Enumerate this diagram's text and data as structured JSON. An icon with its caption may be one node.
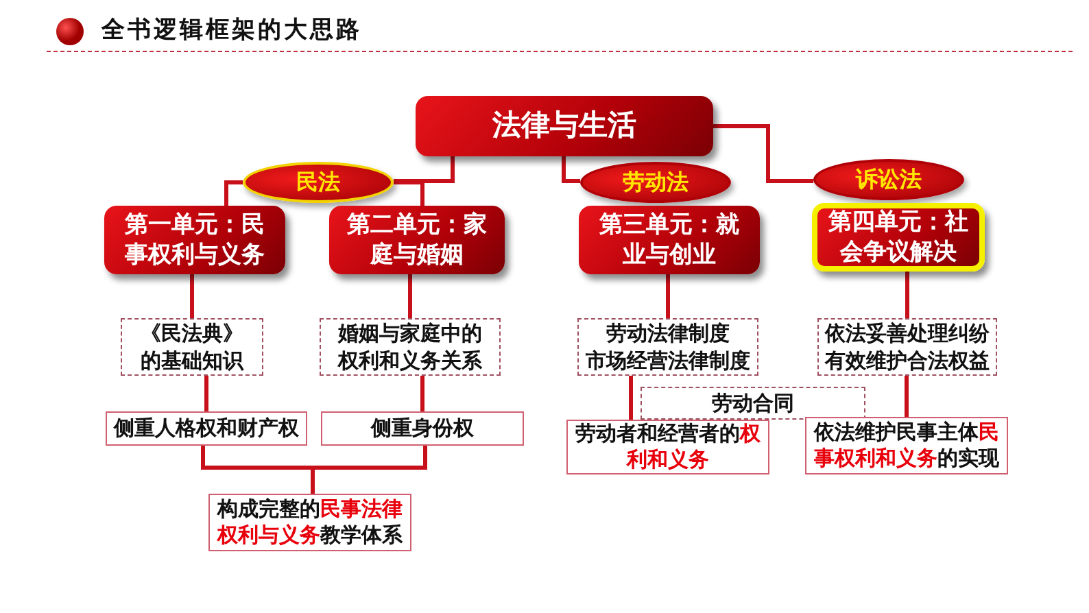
{
  "diagram": {
    "title": "全书逻辑框架的大思路",
    "nodes": [
      {
        "text": [
          "法律与生活"
        ]
      },
      {
        "text": [
          "民法"
        ]
      },
      {
        "text": [
          "劳动法"
        ]
      },
      {
        "text": [
          "诉讼法"
        ]
      },
      {
        "text": [
          "第一单元：民事权利与义务"
        ]
      },
      {
        "text": [
          "第二单元：家庭与婚姻"
        ]
      },
      {
        "text": [
          "第三单元：就业与创业"
        ]
      },
      {
        "text": [
          "第四单元：社会争议解决"
        ]
      },
      {
        "text": [
          "《民法典》的基础知识"
        ]
      },
      {
        "text": [
          "婚姻与家庭中的权利和义务关系"
        ]
      },
      {
        "text": [
          "劳动法律制度",
          "市场经营法律制度"
        ]
      },
      {
        "text": [
          "依法妥善处理纠纷",
          "有效维护合法权益"
        ]
      },
      {
        "text": [
          "侧重人格权和财产权"
        ]
      },
      {
        "text": [
          "侧重身份权"
        ]
      },
      {
        "text": [
          "构成完整的**民事法律权利与义务**教学体系"
        ]
      },
      {
        "text": [
          "劳动合同"
        ]
      },
      {
        "text": [
          "劳动者和经营者的**权利和义务**"
        ]
      },
      {
        "text": [
          "依法维护民事主体**民事权利和义务**的实现"
        ]
      }
    ],
    "edges": [
      {
        "from": 0,
        "to": 1,
        "arrow": "none"
      },
      {
        "from": 0,
        "to": 2,
        "arrow": "none"
      },
      {
        "from": 0,
        "to": 3,
        "arrow": "none"
      },
      {
        "from": 1,
        "to": 4,
        "arrow": "none"
      },
      {
        "from": 1,
        "to": 5,
        "arrow": "none"
      },
      {
        "from": 4,
        "to": 8,
        "arrow": "none"
      },
      {
        "from": 5,
        "to": 9,
        "arrow": "none"
      },
      {
        "from": 6,
        "to": 10,
        "arrow": "none"
      },
      {
        "from": 7,
        "to": 11,
        "arrow": "none"
      },
      {
        "from": 8,
        "to": 12,
        "arrow": "none"
      },
      {
        "from": 9,
        "to": 13,
        "arrow": "none"
      },
      {
        "from": 12,
        "to": 14,
        "arrow": "none"
      },
      {
        "from": 13,
        "to": 14,
        "arrow": "none"
      },
      {
        "from": 10,
        "to": 16,
        "arrow": "none"
      },
      {
        "from": 11,
        "to": 17,
        "arrow": "none"
      }
    ]
  }
}
